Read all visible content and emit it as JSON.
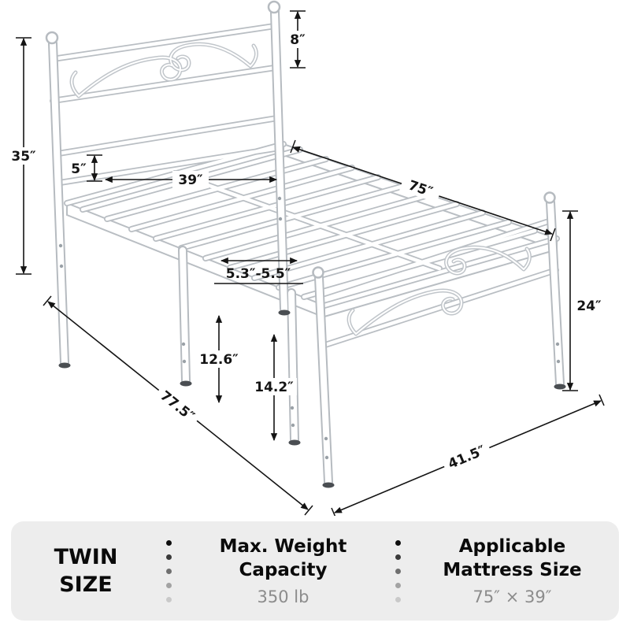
{
  "diagram": {
    "labels": {
      "scroll_height": "8″",
      "headboard_height": "35″",
      "rail_gap": "5″",
      "width": "39″",
      "length": "75″",
      "slat_gap": "5.3″-5.5″",
      "clearance": "12.6″",
      "platform_height": "14.2″",
      "footboard_height": "24″",
      "total_length": "77.5″",
      "total_width": "41.5″"
    }
  },
  "info_bar": {
    "size": "TWIN SIZE",
    "specs": [
      {
        "title": "Max. Weight Capacity",
        "value": "350 lb"
      },
      {
        "title": "Applicable Mattress Size",
        "value": "75″ × 39″"
      }
    ]
  },
  "colors": {
    "frame_outline": "#b6bbc0",
    "dimension_ink": "#141414",
    "bar_background": "#ededed",
    "value_gray": "#8c8c8c"
  }
}
